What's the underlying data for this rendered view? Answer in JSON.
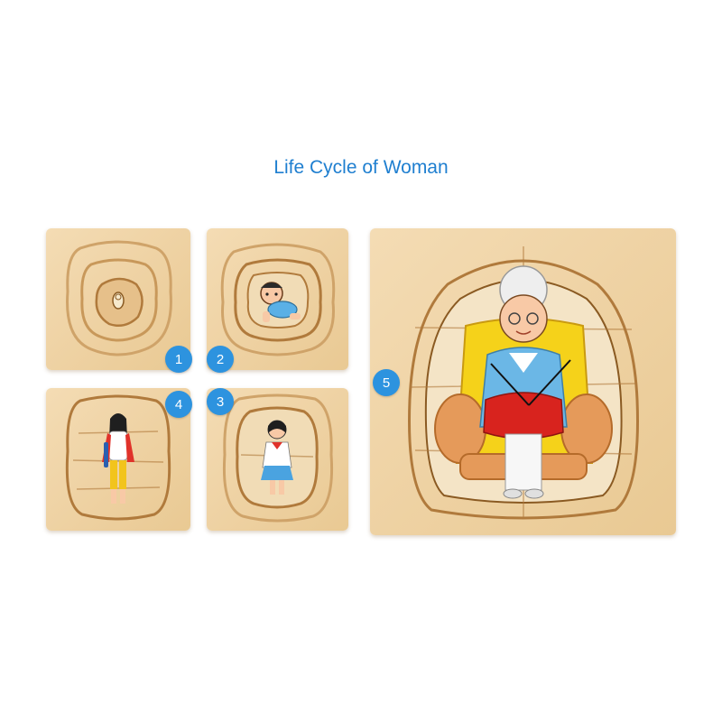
{
  "title": "Life Cycle of Woman",
  "badges": [
    "1",
    "2",
    "3",
    "4",
    "5"
  ],
  "colors": {
    "title": "#1f7fd0",
    "badge": "#2d93df",
    "wood": "#efd3a5",
    "groove": "#b07a3c"
  },
  "panels": [
    {
      "stage": "1",
      "depicts": "baby-in-womb-icon"
    },
    {
      "stage": "2",
      "depicts": "crawling-baby-icon"
    },
    {
      "stage": "3",
      "depicts": "schoolgirl-icon"
    },
    {
      "stage": "4",
      "depicts": "young-woman-icon"
    },
    {
      "stage": "5",
      "depicts": "grandmother-knitting-icon"
    }
  ]
}
